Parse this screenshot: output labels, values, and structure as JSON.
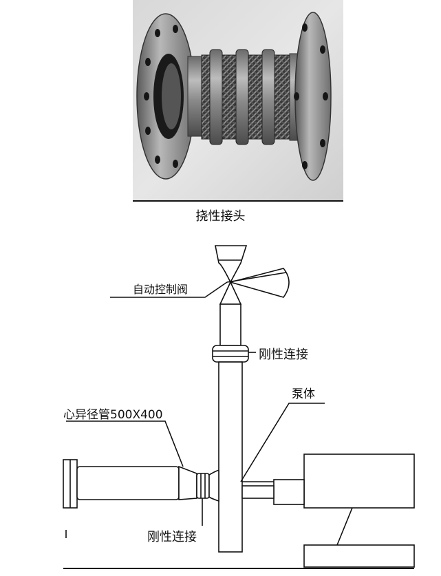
{
  "photo": {
    "caption": "挠性接头",
    "subject_icon": "flexible-joint-photo"
  },
  "diagram": {
    "labels": {
      "control_valve": "自动控制阀",
      "rigid_connection_upper": "刚性连接",
      "pump_body": "泵体",
      "reducer_pipe": "心异径管500X400",
      "rigid_connection_lower": "刚性连接"
    }
  }
}
